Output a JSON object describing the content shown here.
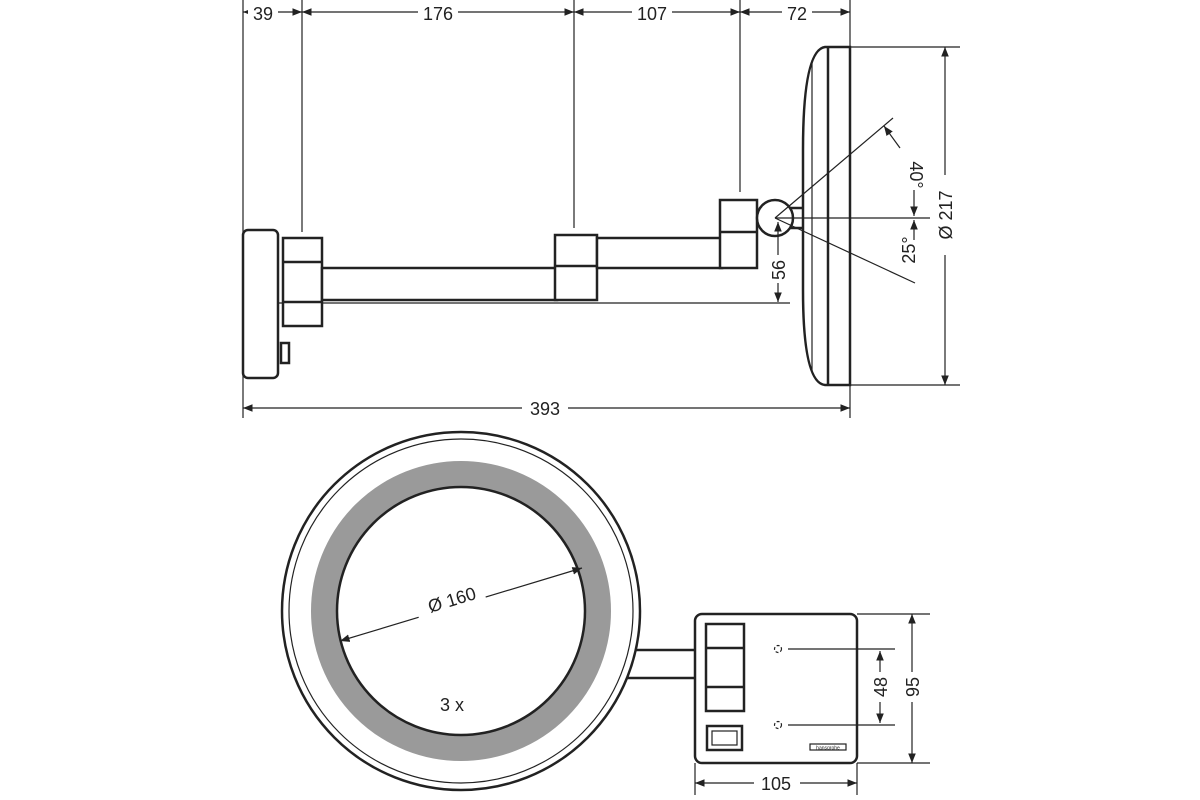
{
  "drawing": {
    "side_view": {
      "dim_wall_depth": "39",
      "dim_arm_1": "176",
      "dim_arm_2": "107",
      "dim_mirror_depth": "72",
      "dim_total_length": "393",
      "dim_mirror_diameter": "Ø 217",
      "dim_offset": "56",
      "angle_up": "40°",
      "angle_down": "25°"
    },
    "front_view": {
      "dim_mirror_glass": "Ø 160",
      "magnification": "3 x",
      "dim_hole_spacing": "48",
      "dim_plate_height": "95",
      "dim_plate_width": "105",
      "brand_label": "hansgrohe"
    },
    "colors": {
      "line": "#222222",
      "ring": "#9a9a9a"
    }
  }
}
